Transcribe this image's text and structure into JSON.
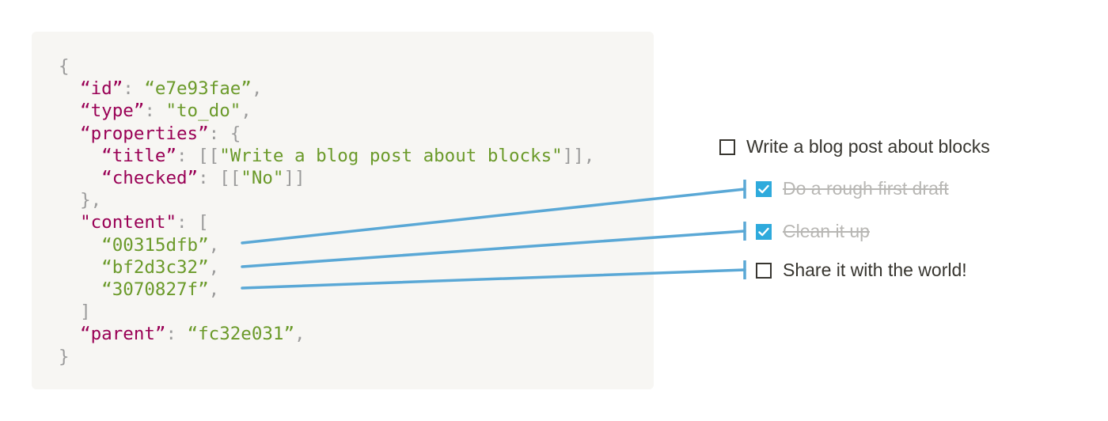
{
  "code": {
    "open_brace": "{",
    "id_key": "“id”",
    "id_val": "“e7e93fae”",
    "type_key": "“type”",
    "type_val": "\"to_do\"",
    "properties_key": "“properties”",
    "title_key": "“title”",
    "title_val": "\"Write a blog post about blocks\"",
    "checked_key": "“checked”",
    "checked_val": "\"No\"",
    "content_key": "\"content\"",
    "content_ids": [
      "“00315dfb”",
      "“bf2d3c32”",
      "“3070827f”"
    ],
    "parent_key": "“parent”",
    "parent_val": "“fc32e031”",
    "close_brace": "}"
  },
  "todo": {
    "parent": {
      "label": "Write a blog post about blocks",
      "checked": false
    },
    "children": [
      {
        "label": "Do a rough first draft",
        "checked": true
      },
      {
        "label": "Clean it up",
        "checked": true
      },
      {
        "label": "Share it with the world!",
        "checked": false
      }
    ]
  },
  "colors": {
    "connector": "#5aa8d6",
    "checkbox_checked": "#2eaadc",
    "json_key": "#990055",
    "json_string": "#6b9a2a"
  }
}
